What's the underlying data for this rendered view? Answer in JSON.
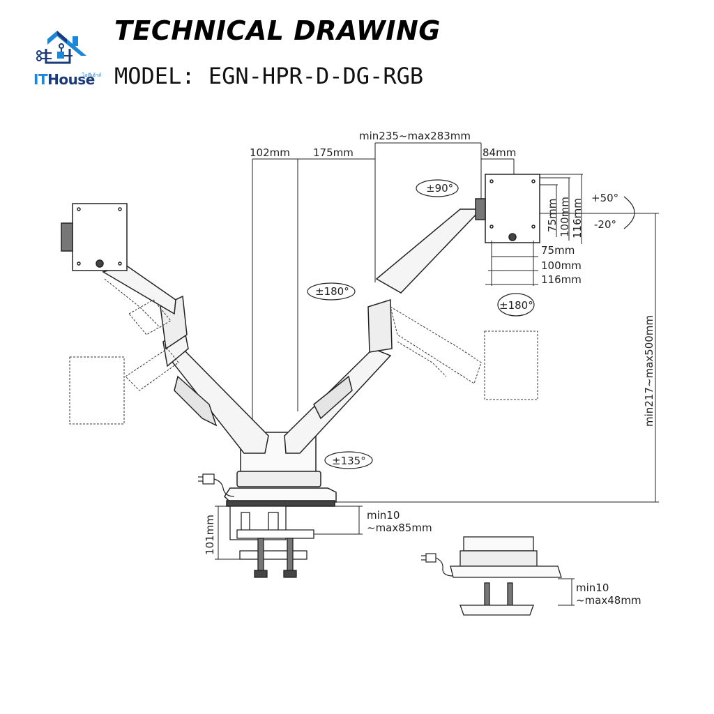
{
  "header": {
    "logo": {
      "brand": "ITHouse",
      "brand_part1": "IT",
      "brand_part2": "House",
      "thai_tag": "ไอทีเฮ้าส์",
      "icon": "house-circuit-icon",
      "color_primary": "#1e86d6",
      "color_secondary": "#1a3a7a"
    },
    "title": "TECHNICAL DRAWING",
    "model": "MODEL: EGN-HPR-D-DG-RGB"
  },
  "dimensions": {
    "pole_to_center": "102mm",
    "arm_segment": "175mm",
    "arm_reach": "min235~max283mm",
    "head_depth": "84mm",
    "rot_tilt_top": "±90°",
    "tilt_up": "+50°",
    "tilt_down": "-20°",
    "vesa_h_75": "75mm",
    "vesa_h_100": "100mm",
    "vesa_h_116": "116mm",
    "vesa_w_75": "75mm",
    "vesa_w_100": "100mm",
    "vesa_w_116": "116mm",
    "rot_180_left": "±180°",
    "rot_180_right": "±180°",
    "rot_135": "±135°",
    "height_range": "min217~max500mm",
    "clamp_height": "101mm",
    "clamp_range_1": "min10",
    "clamp_range_2": "~max85mm",
    "grommet_range_1": "min10",
    "grommet_range_2": "~max48mm"
  }
}
